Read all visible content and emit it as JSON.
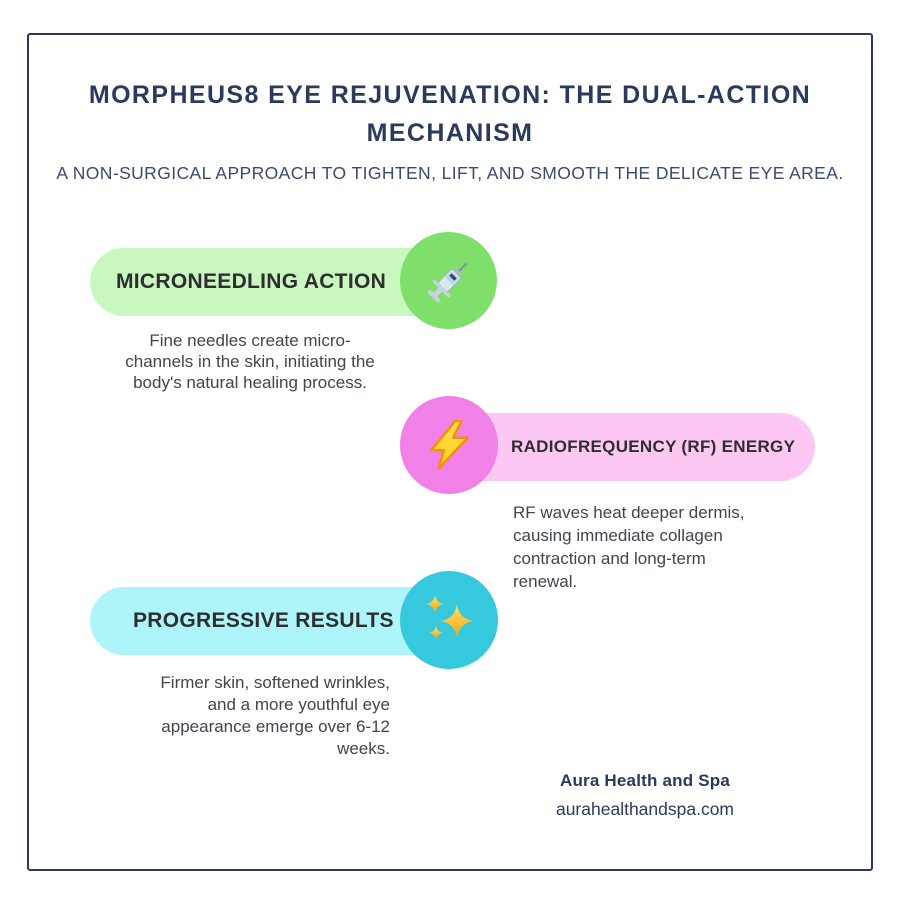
{
  "header": {
    "title": "MORPHEUS8 EYE REJUVENATION: THE DUAL-ACTION\nMECHANISM",
    "subtitle": "A NON-SURGICAL APPROACH TO TIGHTEN, LIFT, AND SMOOTH THE DELICATE EYE AREA."
  },
  "sections": [
    {
      "label": "MICRONEEDLING ACTION",
      "icon": "syringe-icon",
      "description": "Fine needles create micro-\nchannels in the skin, initiating the\nbody's natural healing process.",
      "pill_color": "#c8f7bf",
      "circle_color": "#7edf6b"
    },
    {
      "label": "RADIOFREQUENCY (RF) ENERGY",
      "icon": "lightning-bolt-icon",
      "description": "RF waves heat deeper dermis,\ncausing immediate collagen\ncontraction and long-term\nrenewal.",
      "pill_color": "#fcc8f3",
      "circle_color": "#f180e7"
    },
    {
      "label": "PROGRESSIVE RESULTS",
      "icon": "sparkles-icon",
      "description": "Firmer skin, softened wrinkles,\nand a more youthful eye\nappearance emerge over 6-12\nweeks.",
      "pill_color": "#aef5fa",
      "circle_color": "#36c9dd"
    }
  ],
  "footer": {
    "brand": "Aura Health and Spa",
    "website": "aurahealthandspa.com"
  },
  "colors": {
    "frame_navy": "#2b3a5c",
    "title_navy": "#2b3a5c",
    "subtitle_navy": "#3d4a6b",
    "pill_heading_text": "#2f2d30",
    "body_text": "#40454e"
  }
}
